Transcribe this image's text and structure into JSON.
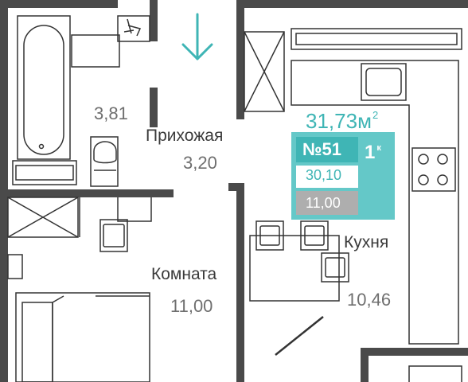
{
  "rooms": {
    "bathroom": {
      "area": "3,81"
    },
    "hallway": {
      "name": "Прихожая",
      "area": "3,20"
    },
    "living_room": {
      "name": "Комната",
      "area": "11,00"
    },
    "kitchen": {
      "name": "Кухня",
      "area": "10,46"
    }
  },
  "badge": {
    "total_area": "31,73м",
    "area_unit_power": "2",
    "apartment_number": "№51",
    "rooms_count": "1",
    "rooms_suffix": "к",
    "living_area": "30,10",
    "kitchen_area": "11,00"
  },
  "colors": {
    "accent": "#3fb5b5",
    "accent_light": "#64c8c8",
    "wall": "#4a4a4a",
    "gray_box": "#aeaeae"
  },
  "icons": {
    "entrance": "arrow-down-icon",
    "washer": "washing-machine-icon",
    "stove": "cooktop-icon"
  }
}
